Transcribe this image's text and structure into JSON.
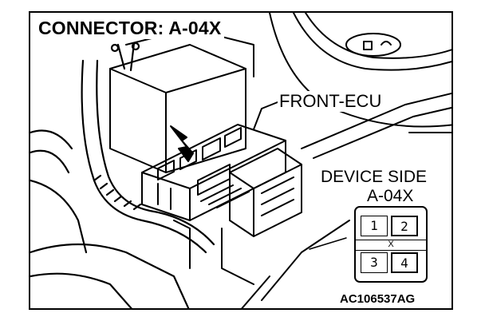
{
  "title": "CONNECTOR: A-04X",
  "labels": {
    "front_ecu": "FRONT-ECU",
    "device_side": "DEVICE SIDE",
    "device_connector": "A-04X"
  },
  "connector": {
    "pins": [
      "1",
      "2",
      "3",
      "4"
    ],
    "mark": "X"
  },
  "figure_code": "AC106537AG",
  "colors": {
    "line": "#000000",
    "background": "#ffffff"
  }
}
